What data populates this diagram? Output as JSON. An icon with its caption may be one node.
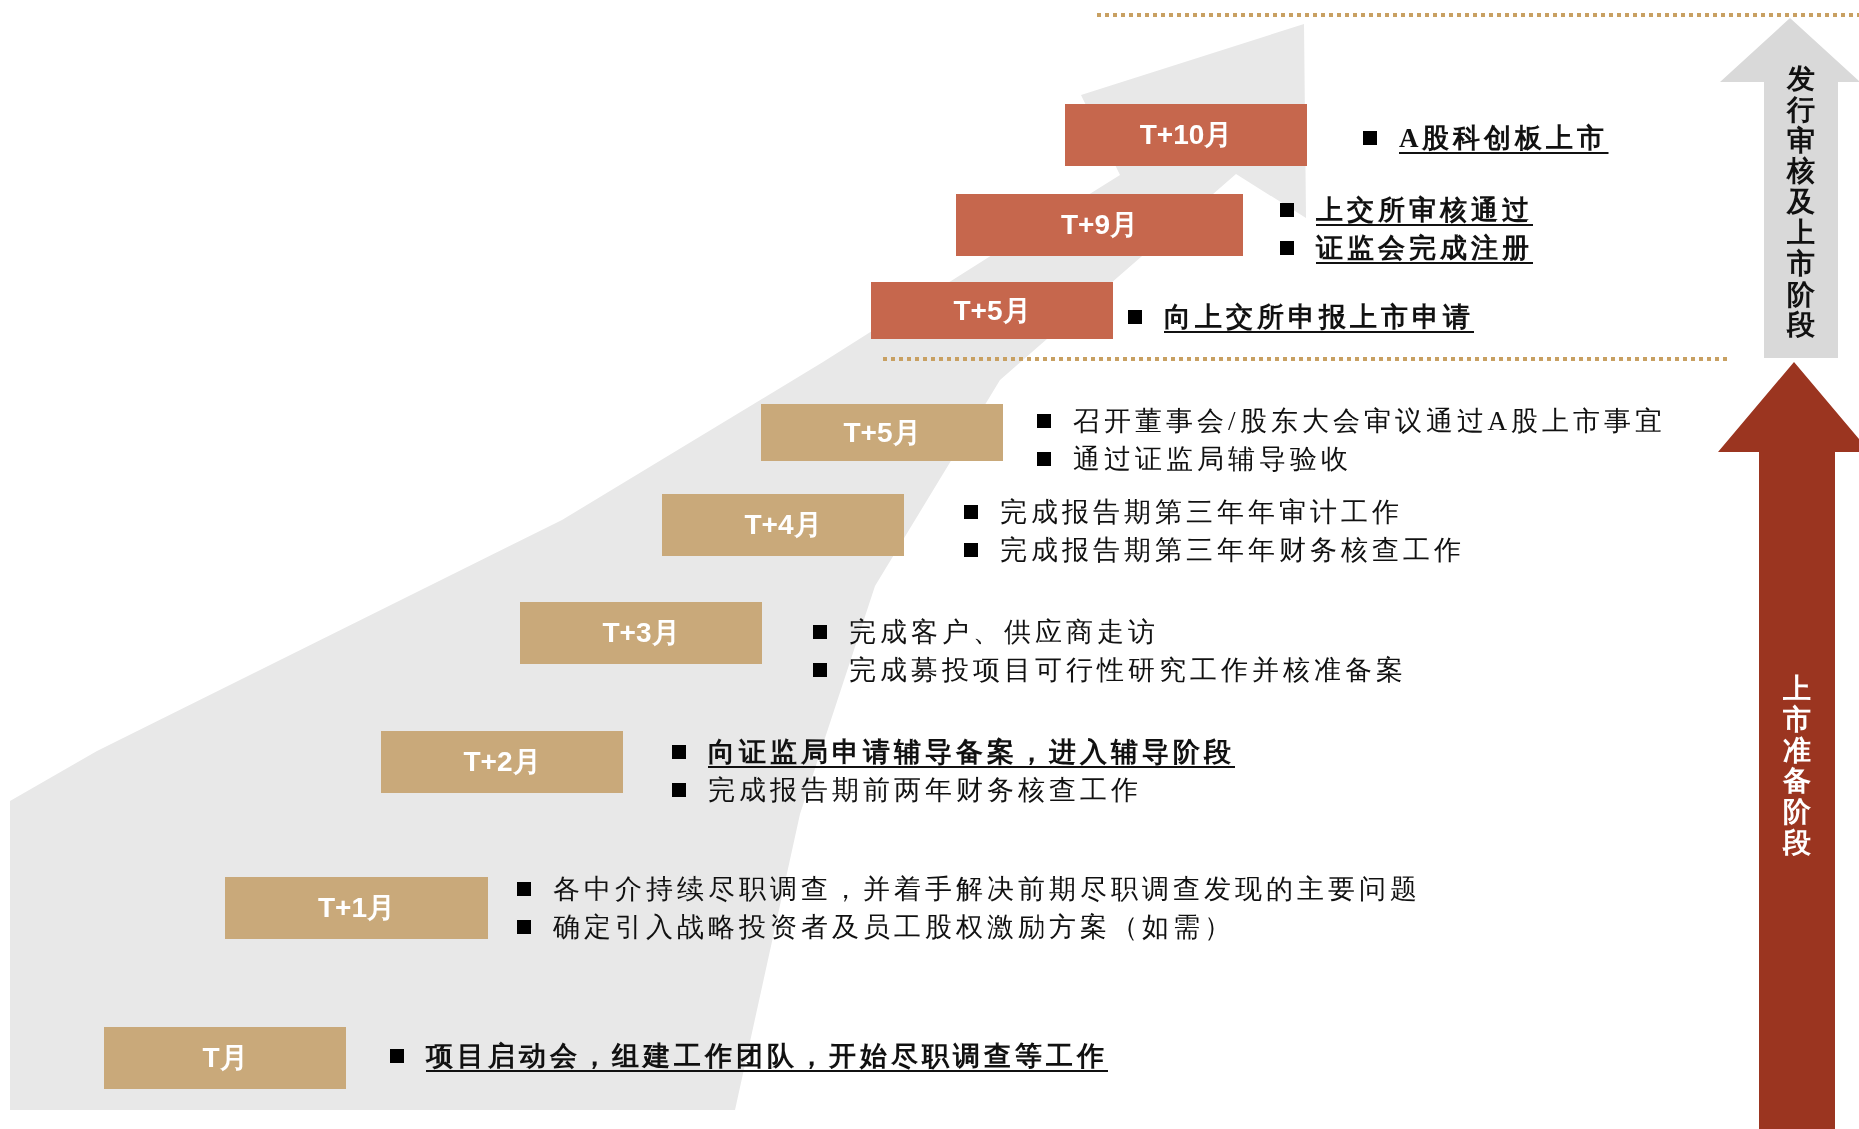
{
  "diagram": {
    "nodes": [
      {
        "text": [
          "T+10月"
        ],
        "beside": [
          "A股科创板上市"
        ]
      },
      {
        "text": [
          "T+9月"
        ],
        "beside": [
          "上交所审核通过",
          "证监会完成注册"
        ]
      },
      {
        "text": [
          "T+5月"
        ],
        "beside": [
          "向上交所申报上市申请"
        ]
      },
      {
        "text": [
          "T+5月"
        ],
        "beside": [
          "召开董事会/股东大会审议通过A股上市事宜",
          "通过证监局辅导验收"
        ]
      },
      {
        "text": [
          "T+4月"
        ],
        "beside": [
          "完成报告期第三年年审计工作",
          "完成报告期第三年年财务核查工作"
        ]
      },
      {
        "text": [
          "T+3月"
        ],
        "beside": [
          "完成客户、供应商走访",
          "完成募投项目可行性研究工作并核准备案"
        ]
      },
      {
        "text": [
          "T+2月"
        ],
        "beside": [
          "向证监局申请辅导备案，进入辅导阶段",
          "完成报告期前两年财务核查工作"
        ]
      },
      {
        "text": [
          "T+1月"
        ],
        "beside": [
          "各中介持续尽职调查，并着手解决前期尽职调查发现的主要问题",
          "确定引入战略投资者及员工股权激励方案（如需）"
        ]
      },
      {
        "text": [
          "T月"
        ],
        "beside": [
          "项目启动会，组建工作团队，开始尽职调查等工作"
        ]
      },
      {
        "text": [
          "发行审核及上市阶段"
        ]
      },
      {
        "text": [
          "上市准备阶段"
        ]
      }
    ]
  }
}
